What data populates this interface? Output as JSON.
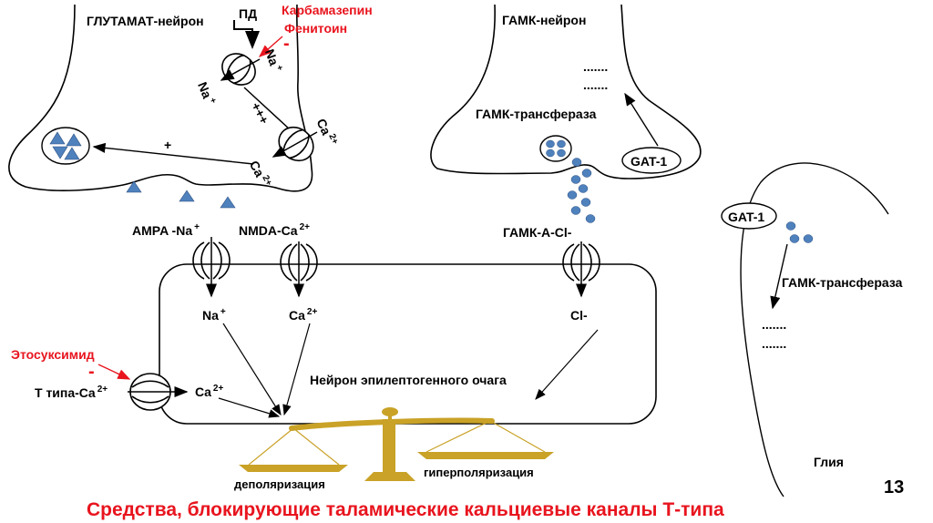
{
  "labels": {
    "glutamate_neuron": "ГЛУТАМАТ-нейрон",
    "ap": "ПД",
    "carbamazepine": "Карбамазепин",
    "phenytoin": "Фенитоин",
    "minus_top": "-",
    "na_top": "Na",
    "na_top_sup": "+",
    "na_left": "Na",
    "na_left_sup": "+",
    "plus_three": "+++",
    "ca_right": "Ca",
    "ca_right_sup": "2+",
    "ca_lower": "Ca",
    "ca_lower_sup": "2+",
    "plus_one": "+",
    "gaba_neuron": "ГАМК-нейрон",
    "dots_1": ".......",
    "dots_2": ".......",
    "gaba_transferase_top": "ГАМК-трансфераза",
    "gat1_top": "GAT-1",
    "ampa": "AMPA -Na",
    "ampa_sup": "+",
    "nmda": "NMDA-Ca",
    "nmda_sup": "2+",
    "gaba_a": "ГАМК-А-Cl-",
    "na_in": "Na",
    "na_in_sup": "+",
    "ca_in": "Ca",
    "ca_in_sup": "2+",
    "cl_in": "Cl-",
    "ethosuximide": "Этосуксимид",
    "minus_left": "-",
    "t_type": "Т типа-Ca",
    "t_type_sup": "2+",
    "ca_t": "Ca",
    "ca_t_sup": "2+",
    "focus_neuron": "Нейрон эпилептогенного очага",
    "depolarization": "деполяризация",
    "hyperpolarization": "гиперполяризация",
    "gat1_glia": "GAT-1",
    "gaba_transferase_glia": "ГАМК-трансфераза",
    "dots_3": ".......",
    "dots_4": ".......",
    "glia": "Глия",
    "page_number": "13",
    "caption": "Средства, блокирующие таламические кальциевые каналы Т-типа"
  },
  "colors": {
    "red": "#e8141e",
    "vesicle_blue": "#4f81bd",
    "balance_gold": "#c9a227"
  }
}
